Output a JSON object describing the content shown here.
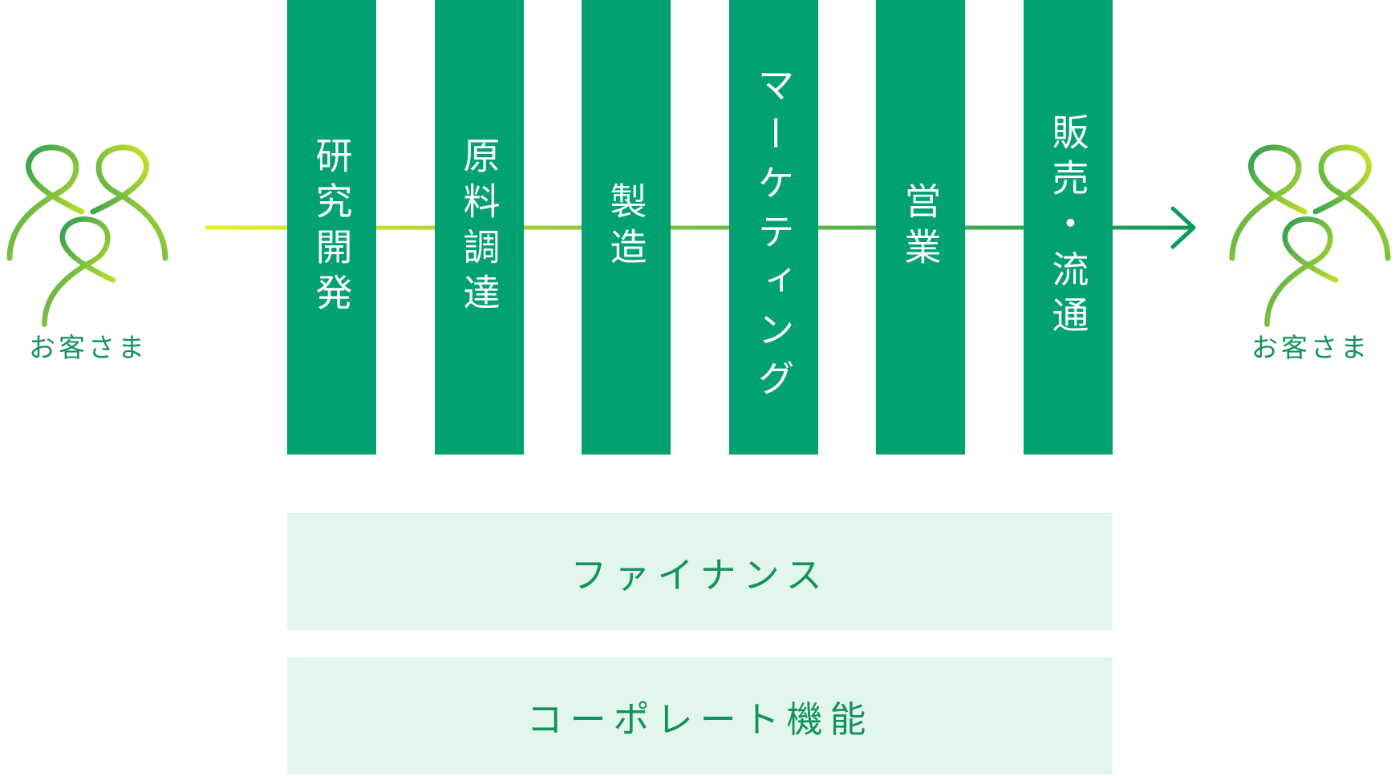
{
  "diagram": {
    "customer_label_left": "お客さま",
    "customer_label_right": "お客さま",
    "stages": [
      {
        "id": "rnd",
        "label": "研究開発"
      },
      {
        "id": "procurement",
        "label": "原料調達"
      },
      {
        "id": "manufacturing",
        "label": "製造"
      },
      {
        "id": "marketing",
        "label": "マーケティング"
      },
      {
        "id": "sales",
        "label": "営業"
      },
      {
        "id": "distribution",
        "label": "販売・流通"
      }
    ],
    "support_functions": [
      {
        "id": "finance",
        "label": "ファイナンス"
      },
      {
        "id": "corporate",
        "label": "コーポレート機能"
      }
    ]
  },
  "colors": {
    "stage_green": "#02a171",
    "label_green": "#12925c",
    "band_fill": "#e3f6ee",
    "flow_start": "#eaf01f",
    "flow_end": "#0c9a5e"
  }
}
